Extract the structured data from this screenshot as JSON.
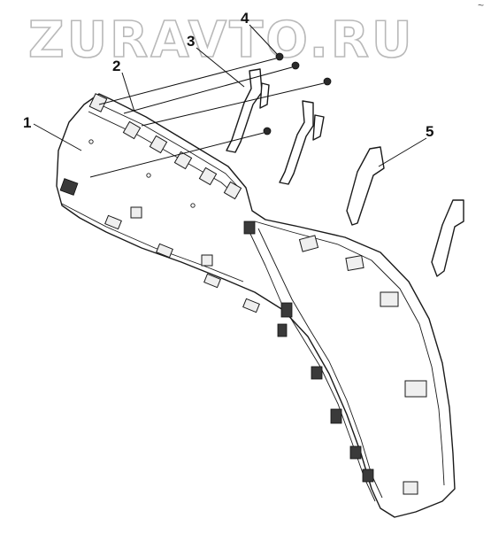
{
  "watermark": {
    "text": "ZURAVTO.RU"
  },
  "callouts": {
    "part_1": "1",
    "part_2": "2",
    "part_3": "3",
    "part_4": "4",
    "part_5": "5"
  },
  "corner_mark": "~"
}
